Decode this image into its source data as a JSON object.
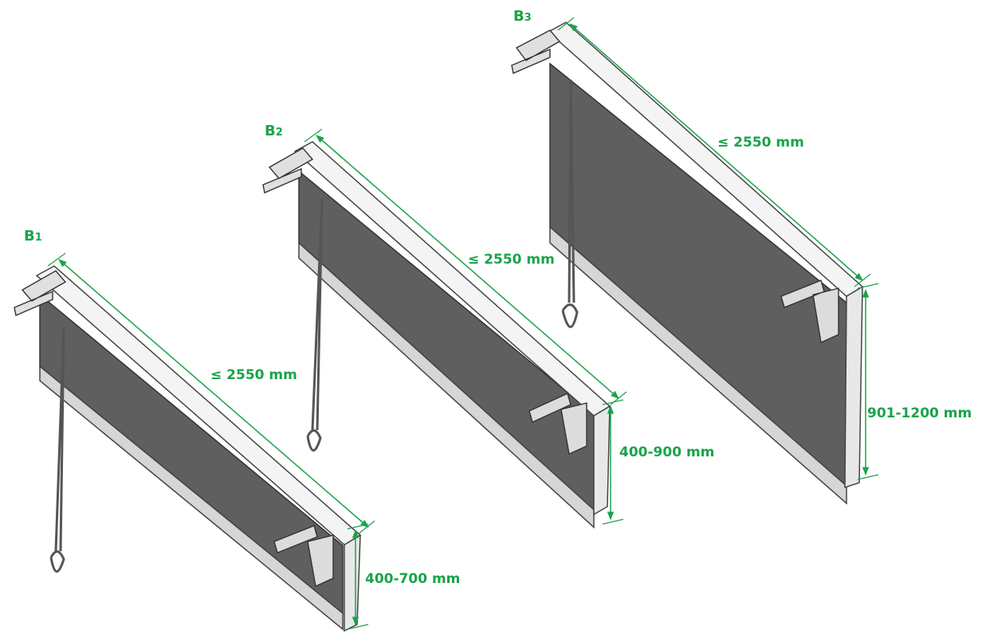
{
  "accent_color": "#1aa34a",
  "blinds": [
    {
      "id_letter": "B",
      "id_index": "1",
      "width_label": "≤ 2550 mm",
      "height_label": "400-700 mm"
    },
    {
      "id_letter": "B",
      "id_index": "2",
      "width_label": "≤ 2550 mm",
      "height_label": "400-900 mm"
    },
    {
      "id_letter": "B",
      "id_index": "3",
      "width_label": "≤ 2550 mm",
      "height_label": "901-1200 mm"
    }
  ]
}
